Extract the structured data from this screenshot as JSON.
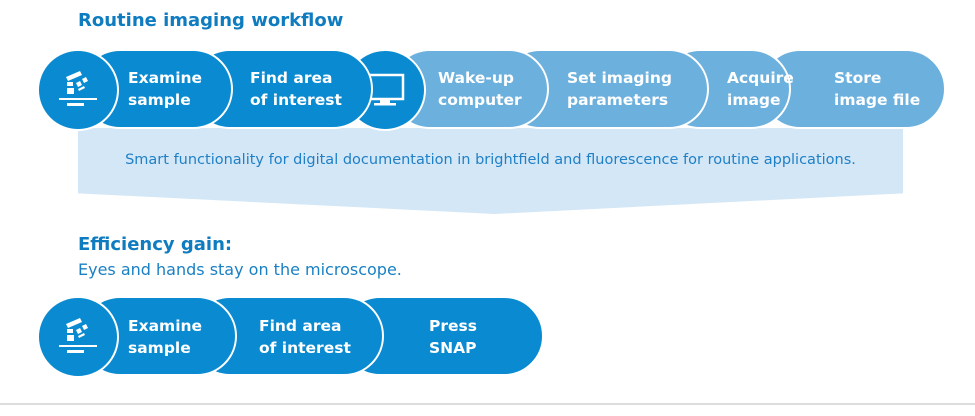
{
  "routine": {
    "title": "Routine imaging workflow",
    "steps": [
      {
        "icon": "microscope-icon"
      },
      {
        "label": "Examine\nsample"
      },
      {
        "label": "Find area\nof interest"
      },
      {
        "icon": "monitor-icon"
      },
      {
        "label": "Wake-up\ncomputer"
      },
      {
        "label": "Set imaging\nparameters"
      },
      {
        "label": "Acquire\nimage"
      },
      {
        "label": "Store\nimage file"
      }
    ],
    "banner": "Smart functionality for digital documentation in brightfield and fluorescence for routine applications."
  },
  "efficiency": {
    "title": "Efficiency gain:",
    "subtitle": "Eyes and hands stay on the microscope.",
    "steps": [
      {
        "icon": "microscope-icon"
      },
      {
        "label": "Examine\nsample"
      },
      {
        "label": "Find area\nof interest"
      },
      {
        "label": "Press\nSNAP"
      }
    ]
  },
  "colors": {
    "dark": "#0a8ad0",
    "light": "#6cb0de",
    "banner": "#d4e7f6",
    "heading": "#0f7cc0"
  }
}
